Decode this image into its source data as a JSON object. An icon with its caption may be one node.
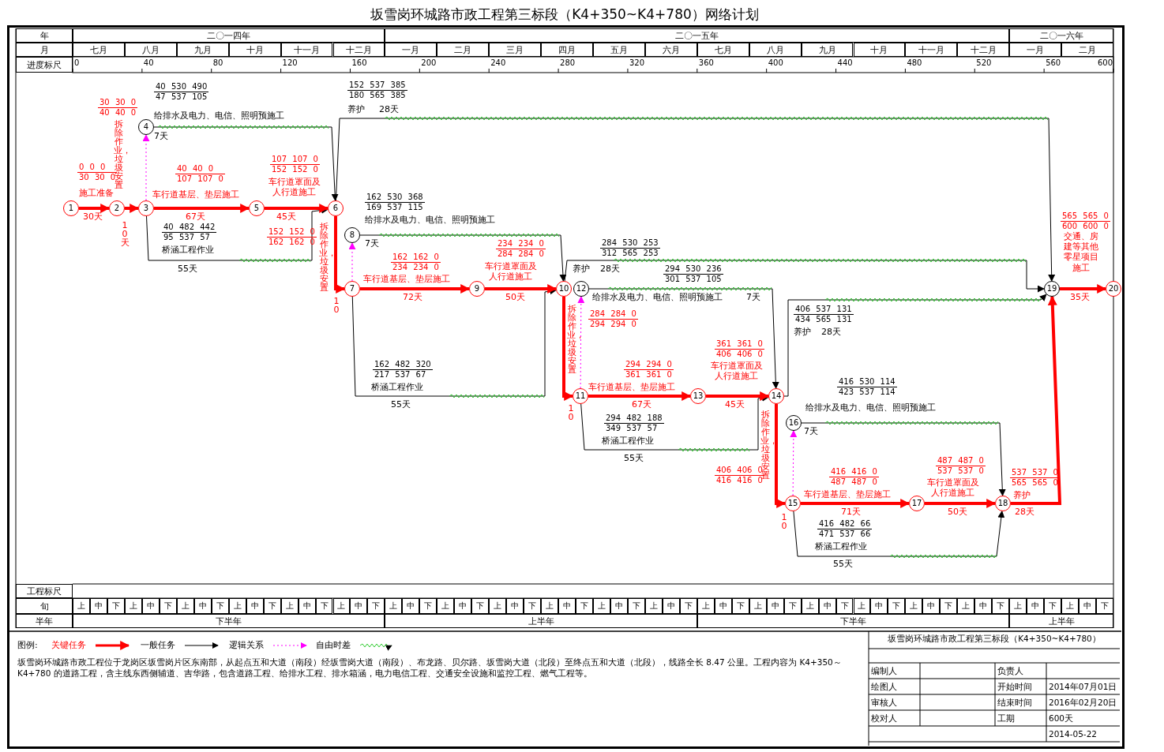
{
  "diagram": {
    "title": "坂雪岗环城路市政工程第三标段（K4+350~K4+780）网络计划",
    "nodes": [
      {
        "text": [
          "1"
        ]
      },
      {
        "text": [
          "2"
        ]
      },
      {
        "text": [
          "3"
        ]
      },
      {
        "text": [
          "4"
        ]
      },
      {
        "text": [
          "5"
        ]
      },
      {
        "text": [
          "6"
        ]
      },
      {
        "text": [
          "7"
        ]
      },
      {
        "text": [
          "8"
        ]
      },
      {
        "text": [
          "9"
        ]
      },
      {
        "text": [
          "10"
        ]
      },
      {
        "text": [
          "11"
        ]
      },
      {
        "text": [
          "12"
        ]
      },
      {
        "text": [
          "13"
        ]
      },
      {
        "text": [
          "14"
        ]
      },
      {
        "text": [
          "15"
        ]
      },
      {
        "text": [
          "16"
        ]
      },
      {
        "text": [
          "17"
        ]
      },
      {
        "text": [
          "18"
        ]
      },
      {
        "text": [
          "19"
        ]
      },
      {
        "text": [
          "20"
        ]
      }
    ],
    "edges": [
      {
        "from": 0,
        "to": 1,
        "arrow": "to",
        "label": "施工准备",
        "style": "thick"
      },
      {
        "from": 1,
        "to": 2,
        "arrow": "to",
        "label": "拆除作业，垃圾安置",
        "style": "thick"
      },
      {
        "from": 2,
        "to": 3,
        "arrow": "to",
        "style": "dashed",
        "color": "#ff00ff"
      },
      {
        "from": 3,
        "to": 5,
        "arrow": "to",
        "label": "给排水及电力、电信、照明预施工",
        "color": "#000000"
      },
      {
        "from": 2,
        "to": 4,
        "arrow": "to",
        "label": "车行道基层、垫层施工",
        "style": "thick"
      },
      {
        "from": 2,
        "to": 5,
        "arrow": "to",
        "label": "桥涵工程作业",
        "color": "#000000"
      },
      {
        "from": 4,
        "to": 5,
        "arrow": "to",
        "label": "车行道罩面及人行道施工",
        "style": "thick"
      },
      {
        "from": 5,
        "to": 18,
        "arrow": "to",
        "label": "养护",
        "color": "#000000"
      },
      {
        "from": 5,
        "to": 6,
        "arrow": "to",
        "label": "拆除作业，垃圾安置",
        "style": "thick"
      },
      {
        "from": 6,
        "to": 7,
        "arrow": "to",
        "style": "dashed",
        "color": "#ff00ff"
      },
      {
        "from": 7,
        "to": 9,
        "arrow": "to",
        "label": "给排水及电力、电信、照明预施工",
        "color": "#000000"
      },
      {
        "from": 6,
        "to": 8,
        "arrow": "to",
        "label": "车行道基层、垫层施工",
        "style": "thick"
      },
      {
        "from": 6,
        "to": 9,
        "arrow": "to",
        "label": "桥涵工程作业",
        "color": "#000000"
      },
      {
        "from": 8,
        "to": 9,
        "arrow": "to",
        "label": "车行道罩面及人行道施工",
        "style": "thick"
      },
      {
        "from": 9,
        "to": 18,
        "arrow": "to",
        "label": "养护",
        "color": "#000000"
      },
      {
        "from": 9,
        "to": 10,
        "arrow": "to",
        "label": "拆除作业，垃圾安置",
        "style": "thick"
      },
      {
        "from": 10,
        "to": 11,
        "arrow": "to",
        "style": "dashed",
        "color": "#ff00ff"
      },
      {
        "from": 11,
        "to": 13,
        "arrow": "to",
        "label": "给排水及电力、电信、照明预施工",
        "color": "#000000"
      },
      {
        "from": 10,
        "to": 12,
        "arrow": "to",
        "label": "车行道基层、垫层施工",
        "style": "thick"
      },
      {
        "from": 10,
        "to": 13,
        "arrow": "to",
        "label": "桥涵工程作业",
        "color": "#000000"
      },
      {
        "from": 12,
        "to": 13,
        "arrow": "to",
        "label": "车行道罩面及人行道施工",
        "style": "thick"
      },
      {
        "from": 13,
        "to": 18,
        "arrow": "to",
        "label": "养护",
        "color": "#000000"
      },
      {
        "from": 13,
        "to": 14,
        "arrow": "to",
        "label": "拆除作业，垃圾安置",
        "style": "thick"
      },
      {
        "from": 14,
        "to": 15,
        "arrow": "to",
        "style": "dashed",
        "color": "#ff00ff"
      },
      {
        "from": 15,
        "to": 17,
        "arrow": "to",
        "label": "给排水及电力、电信、照明预施工",
        "color": "#000000"
      },
      {
        "from": 14,
        "to": 16,
        "arrow": "to",
        "label": "车行道基层、垫层施工",
        "style": "thick"
      },
      {
        "from": 14,
        "to": 17,
        "arrow": "to",
        "label": "桥涵工程作业",
        "color": "#000000"
      },
      {
        "from": 16,
        "to": 17,
        "arrow": "to",
        "label": "车行道罩面及人行道施工",
        "style": "thick"
      },
      {
        "from": 17,
        "to": 18,
        "arrow": "to",
        "label": "养护",
        "style": "thick"
      },
      {
        "from": 18,
        "to": 19,
        "arrow": "to",
        "label": "交通、房建等其他零星项目施工",
        "style": "thick"
      }
    ],
    "labels": [
      "年",
      "二〇一四年",
      "二〇一五年",
      "二〇一六年",
      "月",
      "七月",
      "八月",
      "九月",
      "十月",
      "十一月",
      "十二月",
      "一月",
      "二月",
      "三月",
      "四月",
      "五月",
      "六月",
      "七月",
      "八月",
      "九月",
      "十月",
      "十一月",
      "十二月",
      "一月",
      "二月",
      "进度标尺",
      "0",
      "40",
      "80",
      "120",
      "160",
      "200",
      "240",
      "280",
      "320",
      "360",
      "400",
      "440",
      "480",
      "520",
      "560",
      "600",
      "工程标尺",
      "旬",
      "上",
      "中",
      "下",
      "上",
      "中",
      "下",
      "上",
      "中",
      "下",
      "上",
      "中",
      "下",
      "上",
      "中",
      "下",
      "上",
      "中",
      "下",
      "上",
      "中",
      "下",
      "上",
      "中",
      "下",
      "上",
      "中",
      "下",
      "上",
      "中",
      "下",
      "上",
      "中",
      "下",
      "上",
      "中",
      "下",
      "上",
      "中",
      "下",
      "上",
      "中",
      "下",
      "上",
      "中",
      "下",
      "上",
      "中",
      "下",
      "上",
      "中",
      "下",
      "上",
      "中",
      "下",
      "上",
      "中",
      "下",
      "上",
      "中",
      "下",
      "半年",
      "下半年",
      "上半年",
      "下半年",
      "上半年",
      "0 0 0",
      "30 30 0",
      "30天",
      "30 30 0",
      "40 40 0",
      "10天",
      "40 530 490",
      "47 537 105",
      "7天",
      "40 40 0",
      "107 107 0",
      "67天",
      "40 482 442",
      "95 537 57",
      "55天",
      "107 107 0",
      "152 152 0",
      "45天",
      "152 537 385",
      "180 565 385",
      "28天",
      "152 152 0",
      "162 162 0",
      "10",
      "162 530 368",
      "169 537 115",
      "7天",
      "162 162 0",
      "234 234 0",
      "72天",
      "162 482 320",
      "217 537 67",
      "55天",
      "234 234 0",
      "284 284 0",
      "50天",
      "284 530 253",
      "312 565 253",
      "28天",
      "284 284 0",
      "294 294 0",
      "10",
      "294 530 236",
      "301 537 105",
      "7天",
      "294 294 0",
      "361 361 0",
      "67天",
      "294 482 188",
      "349 537 57",
      "55天",
      "361 361 0",
      "406 406 0",
      "45天",
      "406 537 131",
      "434 565 131",
      "28天",
      "406 406 0",
      "416 416 0",
      "10",
      "416 530 114",
      "423 537 114",
      "7天",
      "416 416 0",
      "487 487 0",
      "71天",
      "416 482 66",
      "471 537 66",
      "55天",
      "487 487 0",
      "537 537 0",
      "50天",
      "537 537 0",
      "565 565 0",
      "28天",
      "565 565 0",
      "600 600 0",
      "35天",
      "图例:",
      "坂雪岗环城路市政工程位于龙岗区坂雪岗片区东南部，从起点五和大道（南段）经坂雪岗大道（南段）、布龙路、贝尔路、坂雪岗大道（北段）至终点五和大道（北段），线路全长 8.47 公里。工程内容为 K4+350～K4+780 的道路工程，含主线东西侧辅道、吉华路，包含道路工程、给排水工程、排水箱涵，电力电信工程、交通安全设施和监控工程、燃气工程等。",
      "坂雪岗环城路市政工程第三标段（K4+350~K4+780）",
      "编制人",
      "负责人",
      "绘图人",
      "开始时间",
      "2014年07月01日",
      "审核人",
      "结束时间",
      "2016年02月20日",
      "校对人",
      "工期",
      "600天",
      "2014-05-22"
    ],
    "legend": [
      {
        "text": "关键任务"
      },
      {
        "text": "一般任务"
      },
      {
        "text": "逻辑关系"
      },
      {
        "text": "自由时差"
      }
    ]
  }
}
